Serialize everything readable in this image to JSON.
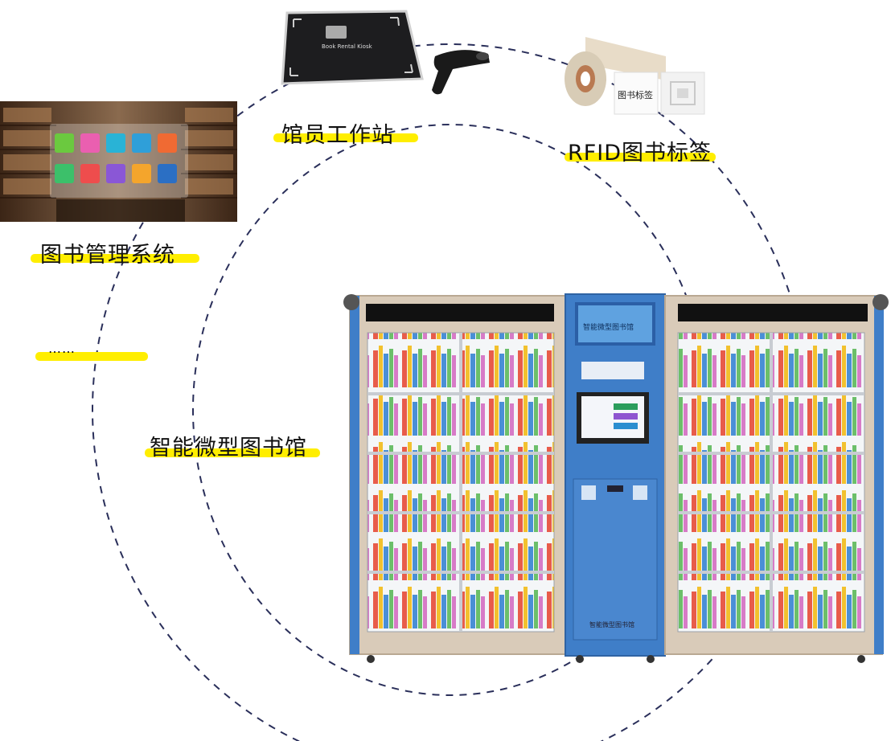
{
  "labels": {
    "library_system": "图书管理系统",
    "staff_workstation": "馆员工作站",
    "rfid_tag": "RFID图书标签",
    "smart_library": "智能微型图书馆",
    "more": "……"
  },
  "devices": {
    "reader_brand": "Book Rental Kiosk",
    "tag_sample": "图书标签",
    "kiosk_banner": "智能微型图书馆",
    "kiosk_footer": "智能微型图书馆"
  },
  "colors": {
    "highlight": "#ffee00",
    "cabinet_blue": "#3f7ec8",
    "cabinet_frame": "#d9cbb9",
    "dashed_line": "#2a2f5a"
  },
  "icons": [
    "app-tile-icon",
    "barcode-scanner-icon",
    "label-roll-icon",
    "camera-icon"
  ]
}
